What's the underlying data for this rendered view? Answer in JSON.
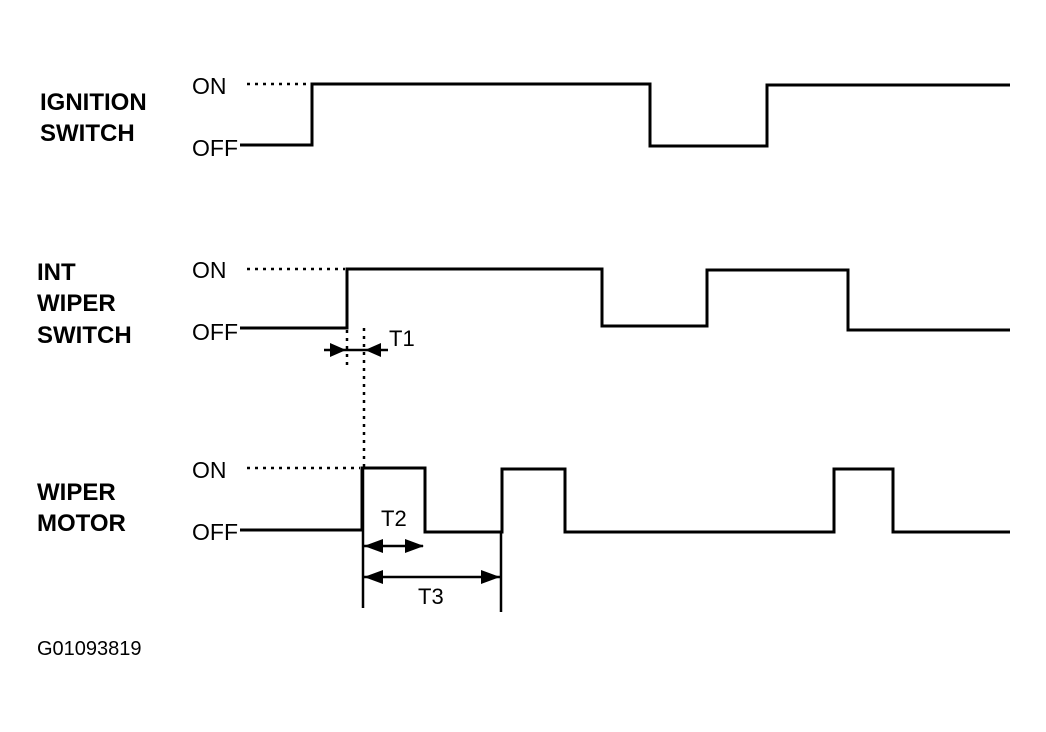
{
  "signals": [
    {
      "name_lines": [
        "IGNITION",
        "SWITCH"
      ],
      "on_label": "ON",
      "off_label": "OFF"
    },
    {
      "name_lines": [
        "INT",
        "WIPER",
        "SWITCH"
      ],
      "on_label": "ON",
      "off_label": "OFF"
    },
    {
      "name_lines": [
        "WIPER",
        "MOTOR"
      ],
      "on_label": "ON",
      "off_label": "OFF"
    }
  ],
  "timing_labels": {
    "t1": "T1",
    "t2": "T2",
    "t3": "T3"
  },
  "figure_code": "G01093819"
}
